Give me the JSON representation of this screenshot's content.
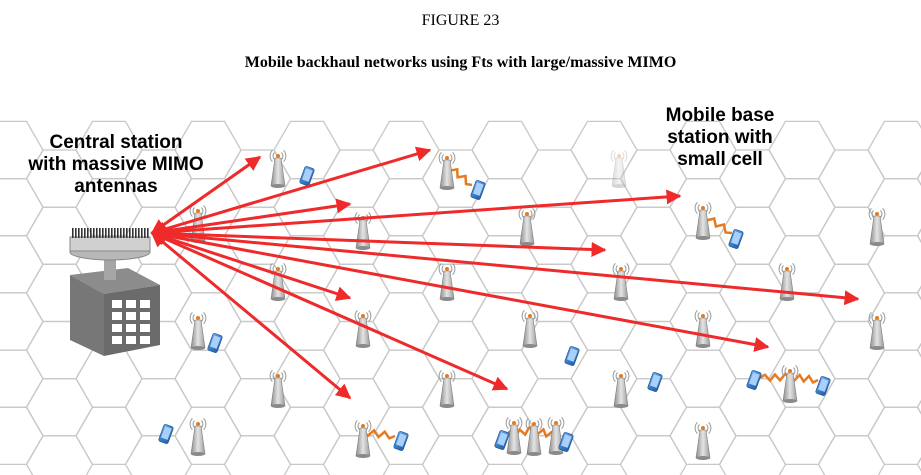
{
  "figure": {
    "number": "FIGURE 23",
    "title": "Mobile backhaul networks using Fts with large/massive MIMO"
  },
  "labels": {
    "central_station": [
      "Central station",
      "with massive MIMO",
      "antennas"
    ],
    "mobile_base_station": [
      "Mobile base",
      "station with",
      "small cell"
    ]
  },
  "colors": {
    "link": "#ee2a2a",
    "hex_grid": "#c8c8c8",
    "tower": "#a6a6a6",
    "signal": "#e57a1f",
    "phone": "#3a7fd0",
    "building": "#6b6b6b"
  },
  "icons": [
    "central-station-icon",
    "tower-icon",
    "phone-icon",
    "wireless-link-icon",
    "backhaul-arrow"
  ]
}
